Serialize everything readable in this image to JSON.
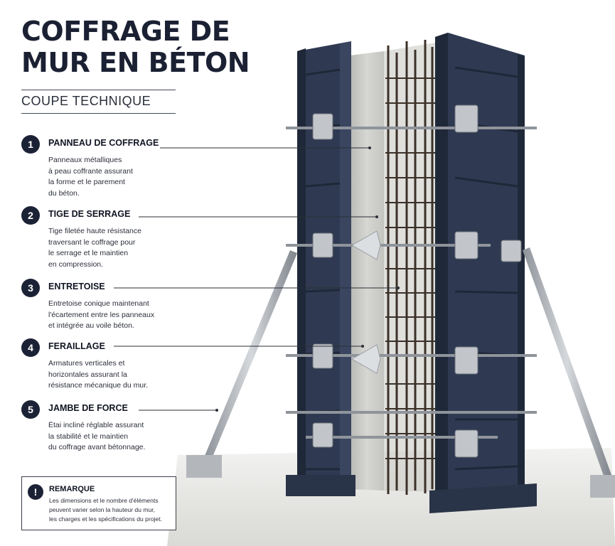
{
  "title": {
    "line1": "COFFRAGE DE",
    "line2": "MUR EN BÉTON"
  },
  "subtitle": "COUPE TECHNIQUE",
  "items": [
    {
      "number": "1",
      "title": "PANNEAU DE COFFRAGE",
      "desc": [
        "Panneaux métalliques",
        "à peau coffrante assurant",
        "la forme et le parement",
        "du béton."
      ]
    },
    {
      "number": "2",
      "title": "TIGE DE SERRAGE",
      "desc": [
        "Tige filetée haute résistance",
        "traversant le coffrage pour",
        "le serrage et le maintien",
        "en compression."
      ]
    },
    {
      "number": "3",
      "title": "ENTRETOISE",
      "desc": [
        "Entretoise conique maintenant",
        "l'écartement entre les panneaux",
        "et intégrée au voile béton."
      ]
    },
    {
      "number": "4",
      "title": "FERAILLAGE",
      "desc": [
        "Armatures verticales et",
        "horizontales assurant la",
        "résistance mécanique du mur."
      ]
    },
    {
      "number": "5",
      "title": "JAMBE DE FORCE",
      "desc": [
        "Étai incliné réglable assurant",
        "la stabilité et le maintien",
        "du coffrage avant bétonnage."
      ]
    }
  ],
  "note": {
    "icon": "!",
    "title": "REMARQUE",
    "text": [
      "Les dimensions et le nombre d'éléments",
      "peuvent varier selon la hauteur du mur,",
      "les charges et les spécifications du projet."
    ]
  },
  "colors": {
    "panel": "#2f3a52",
    "panel_dark": "#1f2838",
    "concrete": "#cfcfcb",
    "rebar": "#3b3128",
    "steel": "#a9adb3",
    "accent": "#1c2236"
  }
}
